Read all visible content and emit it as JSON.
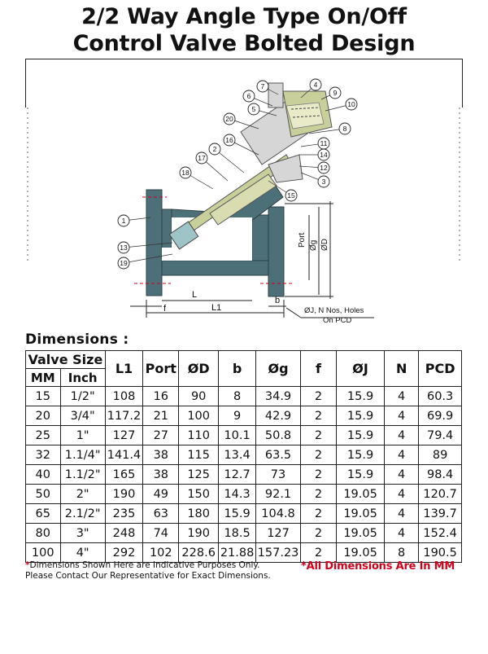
{
  "title": {
    "line1": "2/2 Way Angle Type On/Off",
    "line2": "Control Valve Bolted Design"
  },
  "diagram": {
    "callouts": [
      "1",
      "2",
      "3",
      "4",
      "5",
      "6",
      "7",
      "8",
      "9",
      "10",
      "11",
      "12",
      "13",
      "14",
      "15",
      "16",
      "17",
      "18",
      "19",
      "20"
    ],
    "labels": {
      "L": "L",
      "L1": "L1",
      "f": "f",
      "b": "b",
      "port": "Port",
      "og": "Øg",
      "od": "ØD",
      "holes_line1": "ØJ, N Nos, Holes",
      "holes_line2": "On PCD"
    },
    "colors": {
      "body": "#4d6f78",
      "stem": "#c9cf9a",
      "cap": "#d6d6d6",
      "highlight": "#9ec4c8"
    }
  },
  "dimensions": {
    "heading": "Dimensions :",
    "headers": {
      "valve_size": "Valve Size",
      "mm": "MM",
      "inch": "Inch",
      "l1": "L1",
      "port": "Port",
      "od": "ØD",
      "b": "b",
      "og": "Øg",
      "f": "f",
      "oj": "ØJ",
      "n": "N",
      "pcd": "PCD"
    },
    "rows": [
      [
        "15",
        "1/2\"",
        "108",
        "16",
        "90",
        "8",
        "34.9",
        "2",
        "15.9",
        "4",
        "60.3"
      ],
      [
        "20",
        "3/4\"",
        "117.2",
        "21",
        "100",
        "9",
        "42.9",
        "2",
        "15.9",
        "4",
        "69.9"
      ],
      [
        "25",
        "1\"",
        "127",
        "27",
        "110",
        "10.1",
        "50.8",
        "2",
        "15.9",
        "4",
        "79.4"
      ],
      [
        "32",
        "1.1/4\"",
        "141.4",
        "38",
        "115",
        "13.4",
        "63.5",
        "2",
        "15.9",
        "4",
        "89"
      ],
      [
        "40",
        "1.1/2\"",
        "165",
        "38",
        "125",
        "12.7",
        "73",
        "2",
        "15.9",
        "4",
        "98.4"
      ],
      [
        "50",
        "2\"",
        "190",
        "49",
        "150",
        "14.3",
        "92.1",
        "2",
        "19.05",
        "4",
        "120.7"
      ],
      [
        "65",
        "2.1/2\"",
        "235",
        "63",
        "180",
        "15.9",
        "104.8",
        "2",
        "19.05",
        "4",
        "139.7"
      ],
      [
        "80",
        "3\"",
        "248",
        "74",
        "190",
        "18.5",
        "127",
        "2",
        "19.05",
        "4",
        "152.4"
      ],
      [
        "100",
        "4\"",
        "292",
        "102",
        "228.6",
        "21.88",
        "157.23",
        "2",
        "19.05",
        "8",
        "190.5"
      ]
    ]
  },
  "notes": {
    "star": "*",
    "line1": "Dimensions Shown Here are Indicative Purposes Only.",
    "line2": "Please Contact Our Representative for Exact Dimensions.",
    "all_mm": "*All Dimensions Are In MM"
  }
}
